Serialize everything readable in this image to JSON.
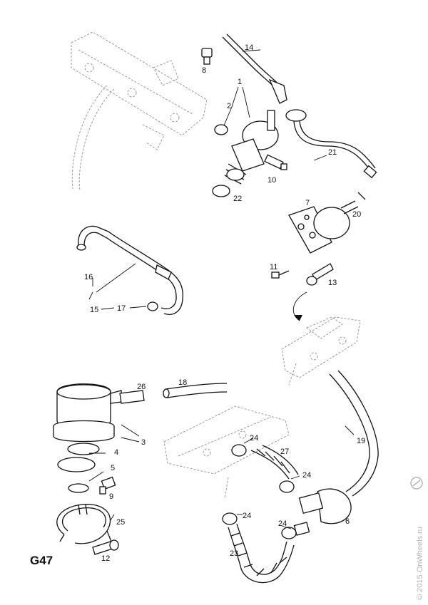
{
  "figure": {
    "code": "G47",
    "watermark": "© 2015 OnWheels.ru"
  },
  "parts": [
    {
      "id": "1",
      "label": "1"
    },
    {
      "id": "2",
      "label": "2"
    },
    {
      "id": "3",
      "label": "3"
    },
    {
      "id": "4",
      "label": "4"
    },
    {
      "id": "5",
      "label": "5"
    },
    {
      "id": "6",
      "label": "6"
    },
    {
      "id": "7",
      "label": "7"
    },
    {
      "id": "8",
      "label": "8"
    },
    {
      "id": "9",
      "label": "9"
    },
    {
      "id": "10",
      "label": "10"
    },
    {
      "id": "11",
      "label": "11"
    },
    {
      "id": "12",
      "label": "12"
    },
    {
      "id": "13",
      "label": "13"
    },
    {
      "id": "14",
      "label": "14"
    },
    {
      "id": "15",
      "label": "15"
    },
    {
      "id": "16",
      "label": "16"
    },
    {
      "id": "17",
      "label": "17"
    },
    {
      "id": "18",
      "label": "18"
    },
    {
      "id": "19",
      "label": "19"
    },
    {
      "id": "20",
      "label": "20"
    },
    {
      "id": "21",
      "label": "21"
    },
    {
      "id": "22",
      "label": "22"
    },
    {
      "id": "23",
      "label": "23"
    },
    {
      "id": "24",
      "label": "24"
    },
    {
      "id": "25",
      "label": "25"
    },
    {
      "id": "26",
      "label": "26"
    },
    {
      "id": "27",
      "label": "27"
    }
  ]
}
